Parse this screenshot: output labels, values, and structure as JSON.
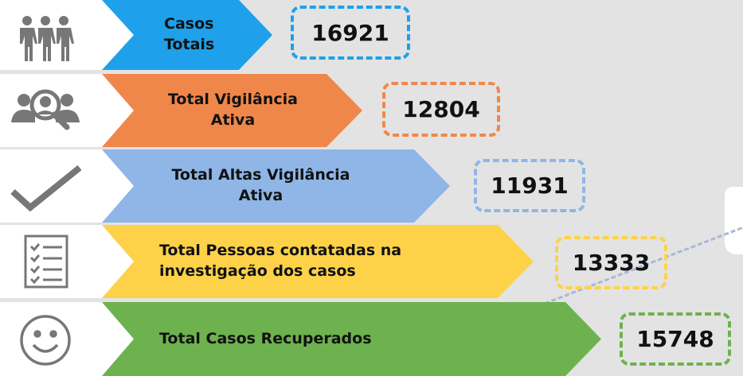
{
  "rows": [
    {
      "label_lines": [
        "Casos",
        "Totais"
      ],
      "value": "16921",
      "color": "#1ea1ea",
      "icon": "people-group-icon"
    },
    {
      "label_lines": [
        "Total Vigilância",
        "Ativa"
      ],
      "value": "12804",
      "color": "#f0874a",
      "icon": "search-person-icon"
    },
    {
      "label_lines": [
        "Total Altas Vigilância",
        "Ativa"
      ],
      "value": "11931",
      "color": "#8fb6e6",
      "icon": "checkmark-icon"
    },
    {
      "label_lines": [
        "Total Pessoas contatadas na",
        "investigação dos casos"
      ],
      "value": "13333",
      "color": "#fdd249",
      "icon": "checklist-icon"
    },
    {
      "label_lines": [
        "Total Casos Recuperados"
      ],
      "value": "15748",
      "color": "#6db24e",
      "icon": "smiley-face-icon"
    }
  ]
}
